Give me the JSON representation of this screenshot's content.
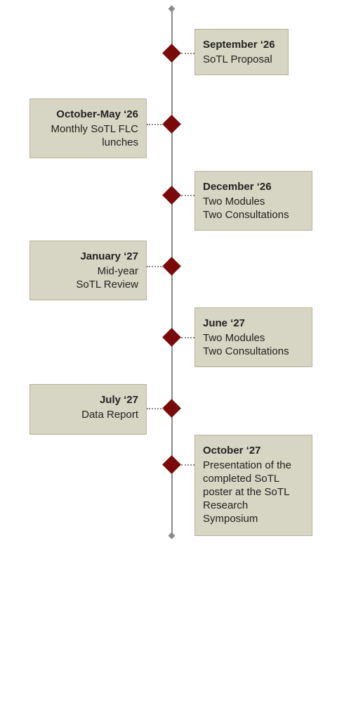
{
  "timeline": {
    "events": [
      {
        "date": "September ‘26",
        "description": "SoTL Proposal",
        "side": "right"
      },
      {
        "date": "October-May ‘26",
        "description": "Monthly SoTL FLC\nlunches",
        "side": "left"
      },
      {
        "date": "December ‘26",
        "description": "Two Modules\nTwo Consultations",
        "side": "right"
      },
      {
        "date": "January ‘27",
        "description": "Mid-year\nSoTL Review",
        "side": "left"
      },
      {
        "date": "June ‘27",
        "description": "Two Modules\nTwo Consultations",
        "side": "right"
      },
      {
        "date": "July ‘27",
        "description": "Data Report",
        "side": "left"
      },
      {
        "date": "October ‘27",
        "description": "Presentation of the\ncompleted SoTL\nposter at the SoTL\nResearch\nSymposium",
        "side": "right"
      }
    ]
  },
  "colors": {
    "marker": "#7a0a0a",
    "card_background": "#d7d5c3",
    "axis": "#8a8a8a"
  }
}
